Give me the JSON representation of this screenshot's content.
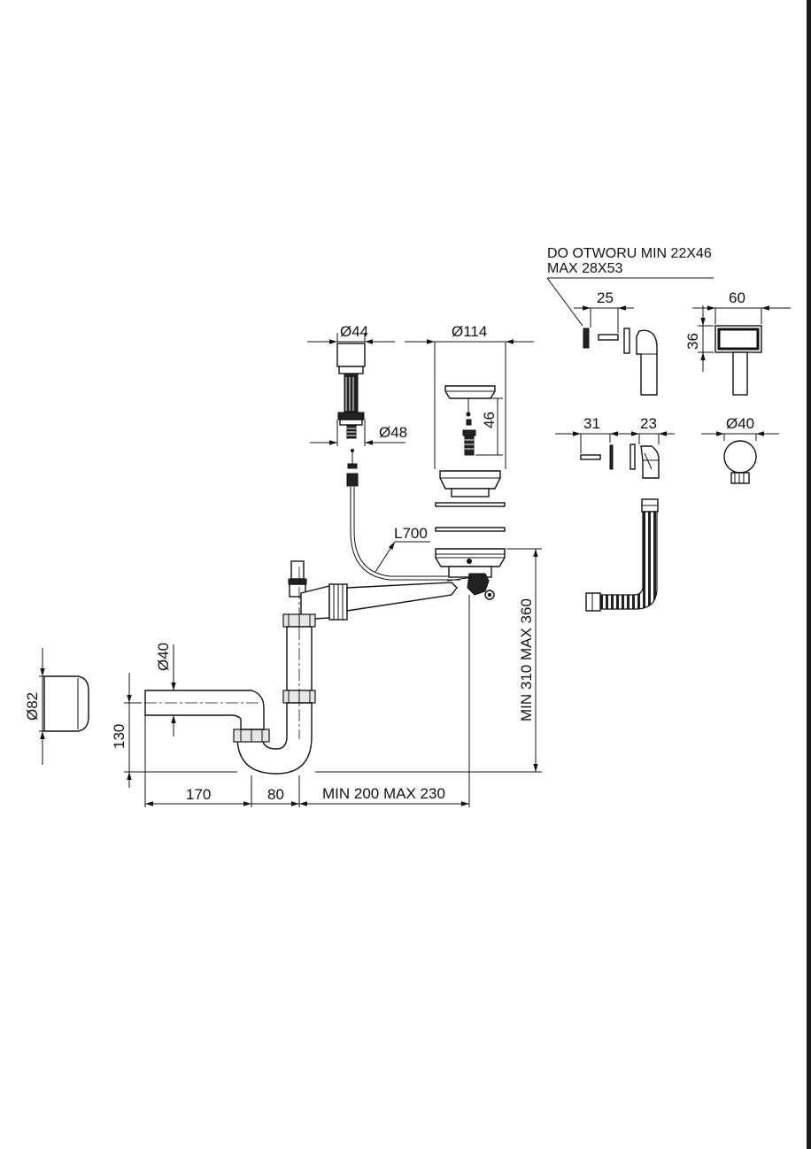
{
  "note": {
    "line1": "DO OTWORU MIN 22X46",
    "line2": "MAX 28X53"
  },
  "dimensions": {
    "d44": "Ø44",
    "d48": "Ø48",
    "d114": "Ø114",
    "h46": "46",
    "w25": "25",
    "w60": "60",
    "h36": "36",
    "w31": "31",
    "w23": "23",
    "d40_round": "Ø40",
    "l700": "L700",
    "d82": "Ø82",
    "d40_pipe": "Ø40",
    "h130": "130",
    "w170": "170",
    "w80": "80",
    "range_horizontal": "MIN 200 MAX 230",
    "range_vertical": "MIN 310 MAX 360"
  },
  "colors": {
    "ink": "#111111",
    "paper": "#ffffff"
  }
}
